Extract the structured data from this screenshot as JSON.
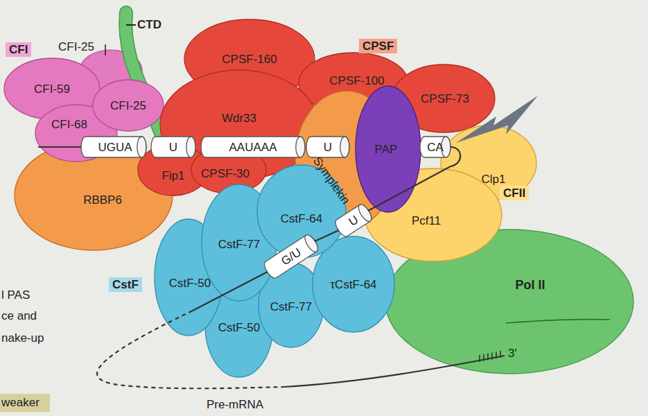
{
  "diagram": {
    "nodes": [
      {
        "text": [
          "RBBP6"
        ]
      },
      {
        "text": [
          "CFI-59"
        ]
      },
      {
        "text": [
          "CFI-68"
        ]
      },
      {
        "text": [
          "CFI-25"
        ]
      },
      {
        "text": [
          "CPSF-160"
        ]
      },
      {
        "text": [
          "CPSF-100"
        ]
      },
      {
        "text": [
          "CPSF-73"
        ]
      },
      {
        "text": [
          "Wdr33"
        ]
      },
      {
        "text": [
          "Fip1"
        ]
      },
      {
        "text": [
          "CPSF-30"
        ]
      },
      {
        "text": [
          "Clp1"
        ]
      },
      {
        "text": [
          "Pol II"
        ]
      },
      {
        "text": [
          "Pcf11"
        ]
      },
      {
        "text": [
          "Symplekin"
        ]
      },
      {
        "text": [
          "PAP"
        ]
      },
      {
        "text": [
          "CstF-50"
        ]
      },
      {
        "text": [
          "CstF-77"
        ]
      },
      {
        "text": [
          "τCstF-64"
        ]
      },
      {
        "text": [
          "CstF-50"
        ]
      },
      {
        "text": [
          "CstF-77"
        ]
      },
      {
        "text": [
          "CstF-64"
        ]
      },
      {
        "text": [
          "UGUA"
        ]
      },
      {
        "text": [
          "U"
        ]
      },
      {
        "text": [
          "AAUAAA"
        ]
      },
      {
        "text": [
          "U"
        ]
      },
      {
        "text": [
          "CA"
        ]
      },
      {
        "text": [
          "U"
        ]
      },
      {
        "text": [
          "G/U"
        ]
      }
    ],
    "labels": [
      "CFI-25",
      "CTD",
      "CFI",
      "CPSF",
      "CFII",
      "CstF",
      "l PAS",
      "ce and",
      "nake-up",
      "weaker",
      "3′",
      "Pre-mRNA"
    ]
  }
}
